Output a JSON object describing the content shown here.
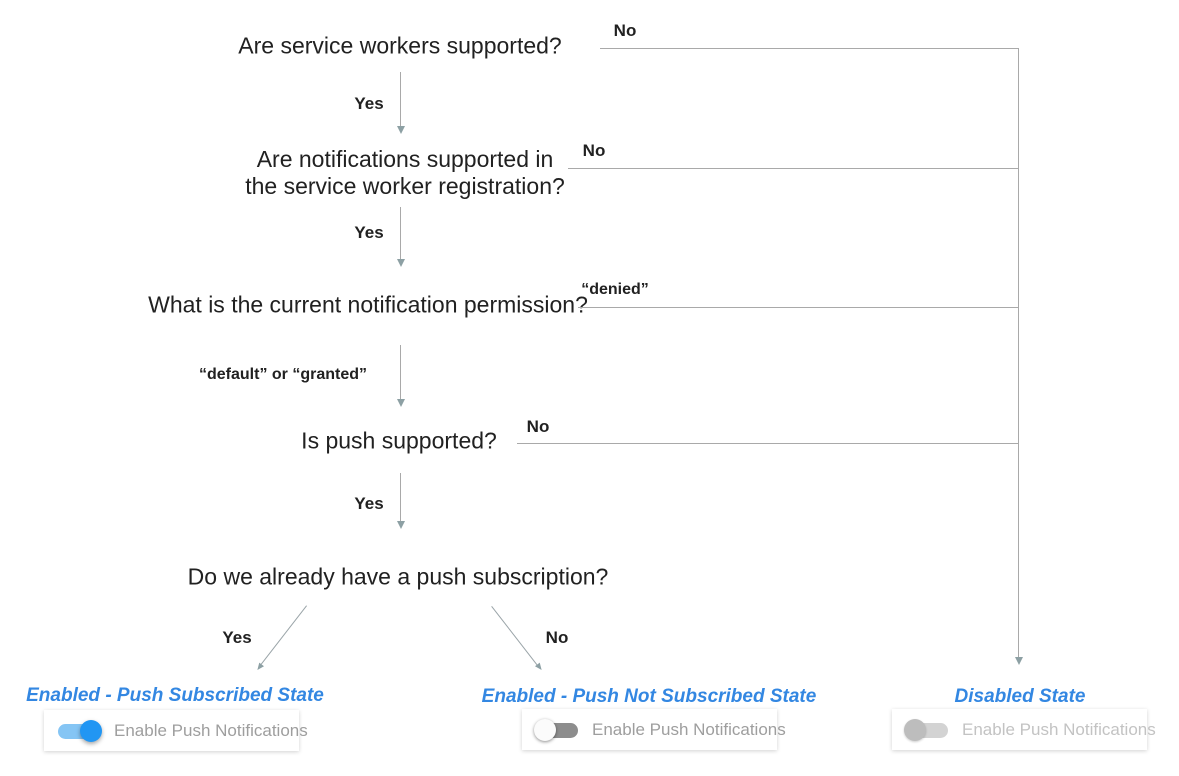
{
  "colors": {
    "accent_blue": "#2196f3",
    "state_title_blue": "#3387e2",
    "connector_gray": "#a9a9a9",
    "question_text": "#212121",
    "card_text": "#9e9e9e",
    "card_text_disabled": "#c3c3c3",
    "toggle_on_track": "#85c5f4",
    "toggle_on_knob": "#2196f3",
    "toggle_off_track": "#8d8d8d",
    "toggle_off_knob": "#fbfbfb",
    "toggle_disabled_track": "#d3d3d3",
    "toggle_disabled_knob": "#bdbdbd"
  },
  "flowchart": {
    "questions": [
      {
        "text": "Are service workers supported?"
      },
      {
        "line1": "Are notifications supported in",
        "line2": "the service worker registration?"
      },
      {
        "text": "What is the current notification permission?"
      },
      {
        "text": "Is push supported?"
      },
      {
        "text": "Do we already have a push subscription?"
      }
    ],
    "branch_labels": {
      "q1_yes": "Yes",
      "q1_no": "No",
      "q2_yes": "Yes",
      "q2_no": "No",
      "q3_yes": "“default” or “granted”",
      "q3_no": "“denied”",
      "q4_yes": "Yes",
      "q4_no": "No",
      "q5_yes": "Yes",
      "q5_no": "No"
    },
    "states": [
      {
        "title": "Enabled - Push Subscribed State",
        "card_label": "Enable Push Notifications",
        "toggle": "on"
      },
      {
        "title": "Enabled - Push Not Subscribed State",
        "card_label": "Enable Push Notifications",
        "toggle": "off"
      },
      {
        "title": "Disabled State",
        "card_label": "Enable Push Notifications",
        "toggle": "disabled"
      }
    ]
  }
}
